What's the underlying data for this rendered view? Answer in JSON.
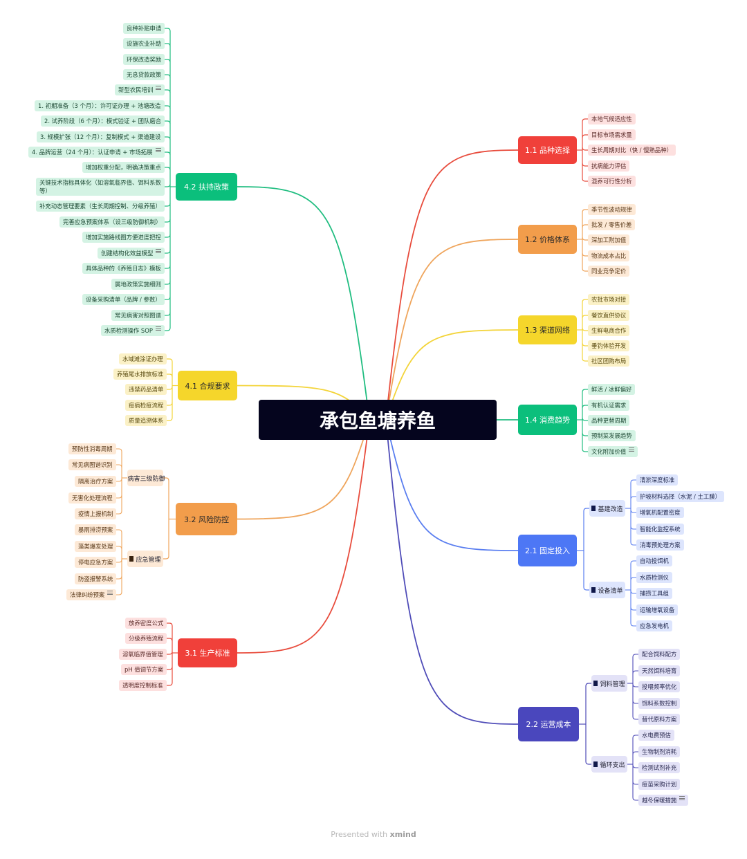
{
  "root": "承包鱼塘养鱼",
  "footer": {
    "presented": "Presented with",
    "brand": "xmind"
  },
  "colors": {
    "red": "#f0403a",
    "orange": "#f29d4b",
    "yellow": "#f5d62b",
    "green": "#0bbf7c",
    "blue": "#4d77f5",
    "indigo": "#4a47bd"
  },
  "branches": [
    {
      "label": "1.1 品种选择",
      "color": "red",
      "children": [
        {
          "label": "本地气候适应性"
        },
        {
          "label": "目标市场需求量"
        },
        {
          "label": "生长周期对比（快 / 慢熟品种）"
        },
        {
          "label": "抗病能力评估"
        },
        {
          "label": "混养可行性分析"
        }
      ]
    },
    {
      "label": "1.2 价格体系",
      "color": "orange",
      "children": [
        {
          "label": "季节性波动规律"
        },
        {
          "label": "批发 / 零售价差"
        },
        {
          "label": "深加工附加值"
        },
        {
          "label": "物流成本占比"
        },
        {
          "label": "同业竞争定价"
        }
      ]
    },
    {
      "label": "1.3 渠道网络",
      "color": "yellow",
      "children": [
        {
          "label": "农批市场对接"
        },
        {
          "label": "餐饮直供协议"
        },
        {
          "label": "生鲜电商合作"
        },
        {
          "label": "垂钓体验开发"
        },
        {
          "label": "社区团购布局"
        }
      ]
    },
    {
      "label": "1.4 消费趋势",
      "color": "green",
      "children": [
        {
          "label": "鲜活 / 冰鲜偏好"
        },
        {
          "label": "有机认证需求"
        },
        {
          "label": "品种更替周期"
        },
        {
          "label": "预制菜发展趋势"
        },
        {
          "label": "文化附加价值",
          "note": true
        }
      ]
    },
    {
      "label": "2.1 固定投入",
      "color": "blue",
      "groups": [
        {
          "label": "基建改造",
          "children": [
            {
              "label": "清淤深度标准"
            },
            {
              "label": "护坡材料选择（水泥 / 土工膜）"
            },
            {
              "label": "增氧机配置密度"
            },
            {
              "label": "智能化监控系统"
            },
            {
              "label": "消毒预处理方案"
            }
          ]
        },
        {
          "label": "设备清单",
          "children": [
            {
              "label": "自动投饵机"
            },
            {
              "label": "水质检测仪"
            },
            {
              "label": "捕捞工具组"
            },
            {
              "label": "运输增氧设备"
            },
            {
              "label": "应急发电机"
            }
          ]
        }
      ]
    },
    {
      "label": "2.2 运营成本",
      "color": "indigo",
      "groups": [
        {
          "label": "饲料管理",
          "children": [
            {
              "label": "配合饲料配方"
            },
            {
              "label": "天然饵料培育"
            },
            {
              "label": "投喂频率优化"
            },
            {
              "label": "饵料系数控制"
            },
            {
              "label": "替代原料方案"
            }
          ]
        },
        {
          "label": "循环支出",
          "children": [
            {
              "label": "水电费预估"
            },
            {
              "label": "生物制剂消耗"
            },
            {
              "label": "检测试剂补充"
            },
            {
              "label": "疫苗采购计划"
            },
            {
              "label": "越冬保暖措施",
              "note": true
            }
          ]
        }
      ]
    },
    {
      "label": "3.1 生产标准",
      "color": "red",
      "children": [
        {
          "label": "放养密度公式"
        },
        {
          "label": "分级养殖流程"
        },
        {
          "label": "溶氧临界值管理"
        },
        {
          "label": "pH 值调节方案"
        },
        {
          "label": "透明度控制标准"
        }
      ]
    },
    {
      "label": "3.2 风险防控",
      "color": "orange",
      "groups": [
        {
          "label": "病害三级防御",
          "children": [
            {
              "label": "预防性消毒周期"
            },
            {
              "label": "常见病图谱识别"
            },
            {
              "label": "隔离治疗方案"
            },
            {
              "label": "无害化处理流程"
            },
            {
              "label": "疫情上报机制"
            }
          ]
        },
        {
          "label": "应急管理",
          "children": [
            {
              "label": "暴雨排涝预案"
            },
            {
              "label": "藻类爆发处理"
            },
            {
              "label": "停电应急方案"
            },
            {
              "label": "防盗报警系统"
            },
            {
              "label": "法律纠纷预案",
              "note": true
            }
          ]
        }
      ]
    },
    {
      "label": "4.1 合规要求",
      "color": "yellow",
      "children": [
        {
          "label": "水域滩涂证办理"
        },
        {
          "label": "养殖尾水排放标准"
        },
        {
          "label": "违禁药品清单"
        },
        {
          "label": "疫病检疫流程"
        },
        {
          "label": "质量追溯体系"
        }
      ]
    },
    {
      "label": "4.2 扶持政策",
      "color": "green",
      "children": [
        {
          "label": "良种补贴申请"
        },
        {
          "label": "设施农业补助"
        },
        {
          "label": "环保改造奖励"
        },
        {
          "label": "无息贷款政策"
        },
        {
          "label": "新型农民培训",
          "note": true
        },
        {
          "label": "1. 初期准备（3 个月）：许可证办理 + 池塘改造"
        },
        {
          "label": "2. 试养阶段（6 个月）：模式验证 + 团队磨合"
        },
        {
          "label": "3. 规模扩张（12 个月）：复制模式 + 渠道建设"
        },
        {
          "label": "4. 品牌运营（24 个月）：认证申请 + 市场拓展",
          "note": true
        },
        {
          "label": "增加权重分配，明确决策重点"
        },
        {
          "label": "关键技术指标具体化（如溶氧临界值、饵料系数",
          "label2": "等）"
        },
        {
          "label": "补充动态管理要素（生长周期控制、分级养殖）"
        },
        {
          "label": "完善应急预案体系（设三级防御机制）"
        },
        {
          "label": "增加实施路线图方便进度把控"
        },
        {
          "label": "创建结构化效益模型",
          "note": true
        },
        {
          "label": "具体品种的《养殖日志》模板"
        },
        {
          "label": "属地政策实施细则"
        },
        {
          "label": "设备采购清单（品牌 / 参数）"
        },
        {
          "label": "常见病害对照图谱"
        },
        {
          "label": "水质检测操作 SOP",
          "note": true
        }
      ]
    }
  ]
}
